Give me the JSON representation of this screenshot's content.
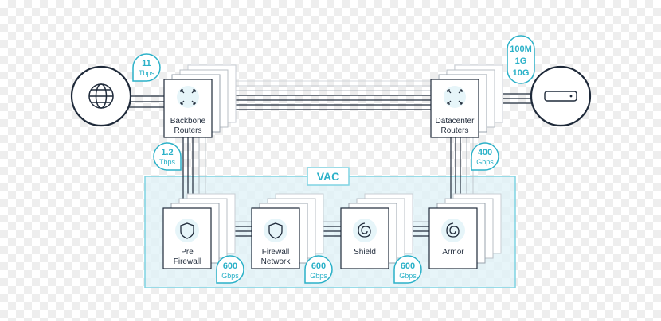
{
  "diagram": {
    "vac_label": "VAC",
    "endpoints": {
      "internet": {
        "icon": "globe-icon"
      },
      "server": {
        "icon": "server-icon"
      }
    },
    "nodes": {
      "backbone": {
        "line1": "Backbone",
        "line2": "Routers",
        "icon": "network-arrows-icon"
      },
      "datacenter": {
        "line1": "Datacenter",
        "line2": "Routers",
        "icon": "network-arrows-icon"
      },
      "prefirewall": {
        "line1": "Pre",
        "line2": "Firewall",
        "icon": "shield-icon"
      },
      "firewall": {
        "line1": "Firewall",
        "line2": "Network",
        "icon": "shield-icon"
      },
      "shield": {
        "line1": "Shield",
        "line2": "",
        "icon": "spiral-icon"
      },
      "armor": {
        "line1": "Armor",
        "line2": "",
        "icon": "spiral-icon"
      }
    },
    "badges": {
      "b11": {
        "value": "11",
        "unit": "Tbps"
      },
      "b12": {
        "value": "1.2",
        "unit": "Tbps"
      },
      "b400": {
        "value": "400",
        "unit": "Gbps"
      },
      "b600a": {
        "value": "600",
        "unit": "Gbps"
      },
      "b600b": {
        "value": "600",
        "unit": "Gbps"
      },
      "b600c": {
        "value": "600",
        "unit": "Gbps"
      },
      "speeds": {
        "line1": "100M",
        "line2": "1G",
        "line3": "10G"
      }
    },
    "colors": {
      "accent": "#2bb1c8",
      "dark": "#1f2a3a",
      "vac_fill": "#dff2f7"
    }
  }
}
